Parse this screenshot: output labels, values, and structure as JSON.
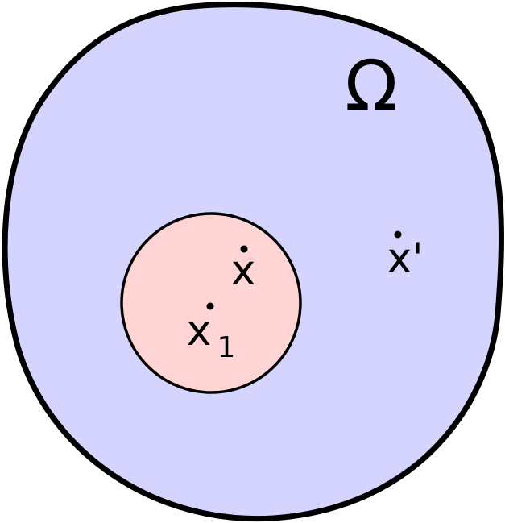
{
  "diagram": {
    "domain_label": "Ω",
    "point_x_label": "x",
    "point_x1_label": "x",
    "point_x1_subscript": "1",
    "point_xprime_label": "x'",
    "colors": {
      "domain_fill": "#d4d4ff",
      "subregion_fill": "#ffd4d4",
      "stroke": "#000000"
    }
  }
}
